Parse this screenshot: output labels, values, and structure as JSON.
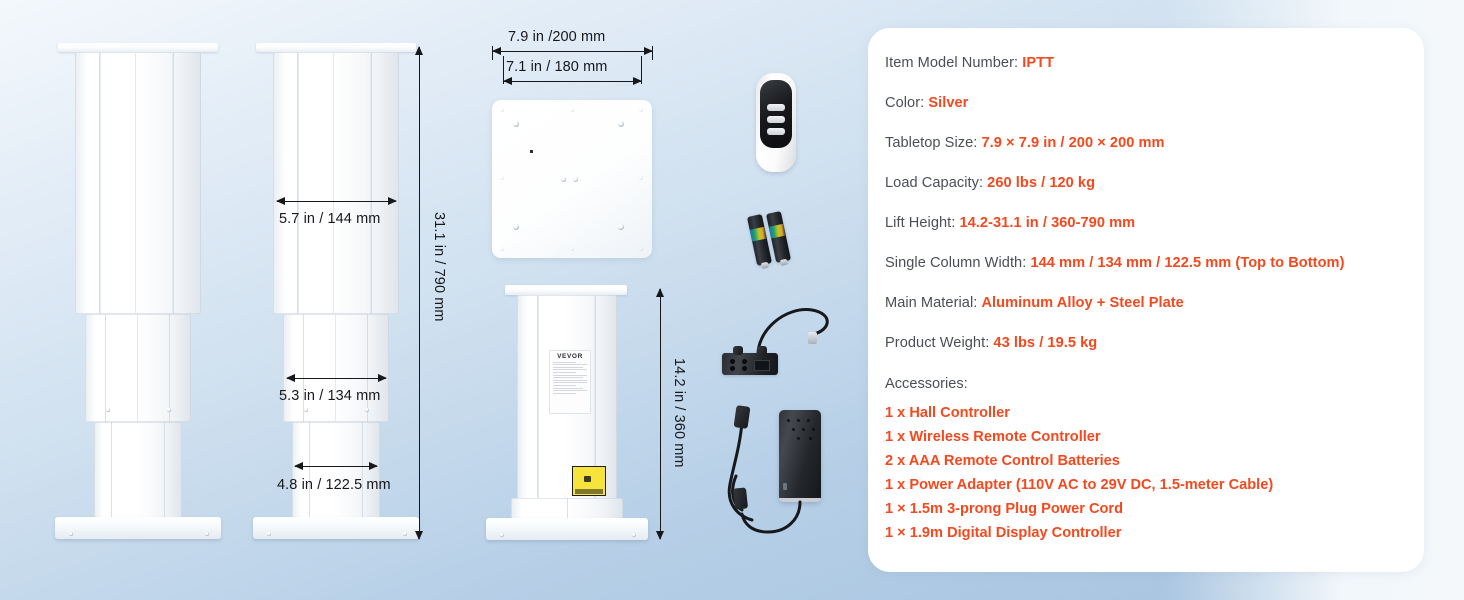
{
  "background": {
    "accent_orange": "#f4491f",
    "card_bg": "#ffffff",
    "gradient_from": "#f4f8fc",
    "gradient_to": "#a5c2de"
  },
  "dimensions": {
    "tabletop_outer": "7.9 in /200 mm",
    "tabletop_inner": "7.1 in / 180 mm",
    "column_top_width": "5.7 in / 144 mm",
    "column_mid_width": "5.3 in / 134 mm",
    "column_bottom_width": "4.8 in / 122.5 mm",
    "max_height": "31.1 in / 790 mm",
    "min_height": "14.2 in / 360 mm"
  },
  "product_label": {
    "brand": "VEVOR"
  },
  "specs": [
    {
      "label": "Item Model Number: ",
      "value": "IPTT"
    },
    {
      "label": "Color: ",
      "value": "Silver"
    },
    {
      "label": "Tabletop Size: ",
      "value": "7.9 × 7.9 in / 200 × 200 mm"
    },
    {
      "label": "Load Capacity: ",
      "value": "260 lbs / 120 kg"
    },
    {
      "label": "Lift Height: ",
      "value": "14.2-31.1 in / 360-790 mm"
    },
    {
      "label": "Single Column Width: ",
      "value": "144 mm / 134 mm / 122.5 mm (Top to Bottom)"
    },
    {
      "label": "Main Material: ",
      "value": "Aluminum Alloy + Steel Plate"
    },
    {
      "label": "Product Weight: ",
      "value": "43 lbs / 19.5 kg"
    }
  ],
  "accessories": {
    "heading": "Accessories:",
    "items": [
      "1 x Hall Controller",
      "1 x Wireless Remote Controller",
      "2 x AAA Remote Control Batteries",
      "1 x Power Adapter (110V AC to 29V DC, 1.5-meter Cable)",
      "1 × 1.5m 3-prong Plug Power Cord",
      "1 × 1.9m Digital Display Controller"
    ]
  },
  "accessory_art": {
    "remote": "wireless-remote",
    "batteries": "aaa-batteries",
    "hall_controller": "hall-controller",
    "power_adapter": "power-adapter"
  }
}
